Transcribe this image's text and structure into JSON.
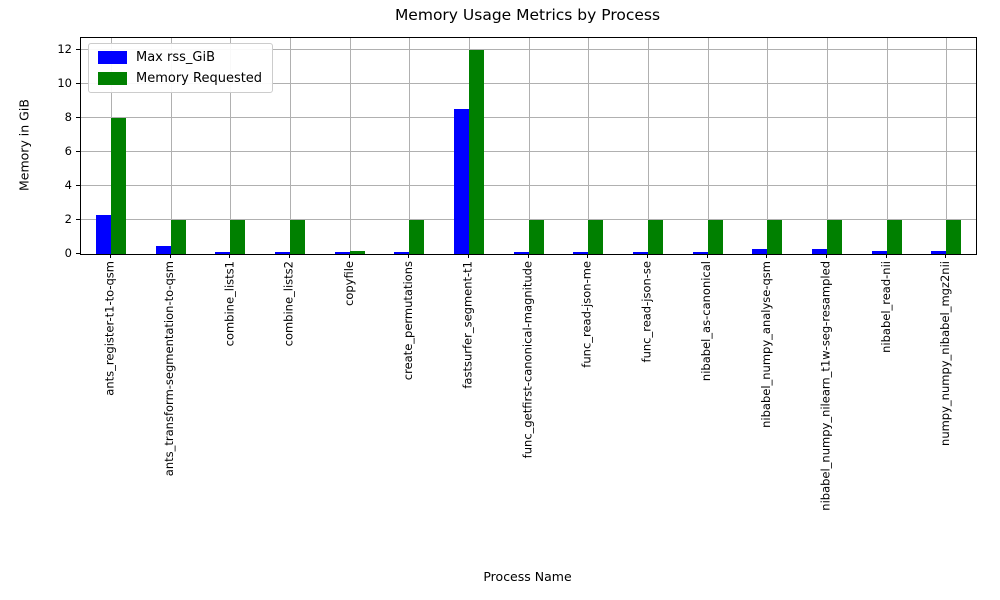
{
  "figure": {
    "title": "Memory Usage Metrics by Process",
    "xlabel": "Process Name",
    "ylabel": "Memory in GiB"
  },
  "chart_data": {
    "type": "bar",
    "title": "Memory Usage Metrics by Process",
    "xlabel": "Process Name",
    "ylabel": "Memory in GiB",
    "ylim": [
      0,
      12.7
    ],
    "yticks": [
      0,
      2,
      4,
      6,
      8,
      10,
      12
    ],
    "grid": true,
    "legend_position": "upper-left",
    "categories": [
      "ants_register-t1-to-qsm",
      "ants_transform-segmentation-to-qsm",
      "combine_lists1",
      "combine_lists2",
      "copyfile",
      "create_permutations",
      "fastsurfer_segment-t1",
      "func_getfirst-canonical-magnitude",
      "func_read-json-me",
      "func_read-json-se",
      "nibabel_as-canonical",
      "nibabel_numpy_analyse-qsm",
      "nibabel_numpy_nilearn_t1w-seg-resampled",
      "nibabel_read-nii",
      "numpy_numpy_nibabel_mgz2nii"
    ],
    "series": [
      {
        "name": "Max rss_GiB",
        "color": "#0000ff",
        "values": [
          2.3,
          0.5,
          0.12,
          0.12,
          0.1,
          0.12,
          8.5,
          0.12,
          0.1,
          0.1,
          0.12,
          0.3,
          0.27,
          0.15,
          0.2
        ]
      },
      {
        "name": "Memory Requested",
        "color": "#008000",
        "values": [
          8,
          2,
          2,
          2,
          0.2,
          2,
          12,
          2,
          2,
          2,
          2,
          2,
          2,
          2,
          2
        ]
      }
    ]
  },
  "colors": {
    "grid": "#b0b0b0",
    "axis": "#000000",
    "background": "#ffffff"
  }
}
